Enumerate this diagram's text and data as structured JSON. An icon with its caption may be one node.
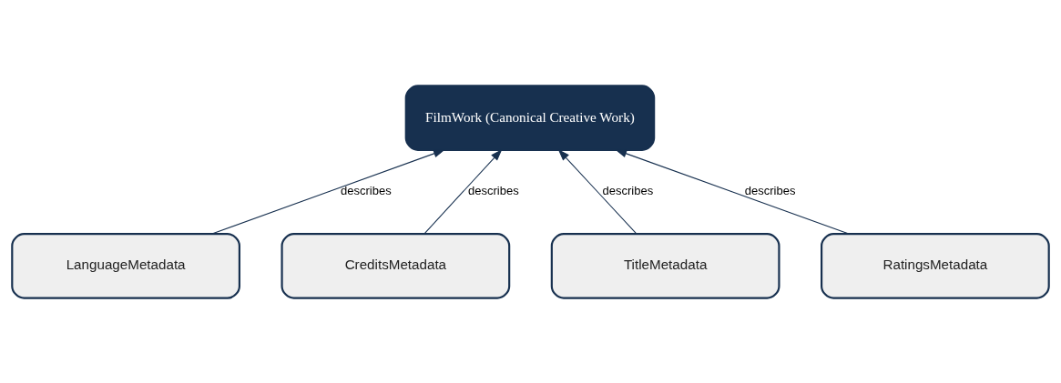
{
  "diagram": {
    "nodes": [
      {
        "text": [
          "FilmWork (Canonical Creative Work)"
        ]
      },
      {
        "text": [
          "LanguageMetadata"
        ]
      },
      {
        "text": [
          "CreditsMetadata"
        ]
      },
      {
        "text": [
          "TitleMetadata"
        ]
      },
      {
        "text": [
          "RatingsMetadata"
        ]
      }
    ],
    "edges": [
      {
        "from": 1,
        "to": 0,
        "arrow": "to",
        "label": "describes"
      },
      {
        "from": 2,
        "to": 0,
        "arrow": "to",
        "label": "describes"
      },
      {
        "from": 3,
        "to": 0,
        "arrow": "to",
        "label": "describes"
      },
      {
        "from": 4,
        "to": 0,
        "arrow": "to",
        "label": "describes"
      }
    ]
  }
}
